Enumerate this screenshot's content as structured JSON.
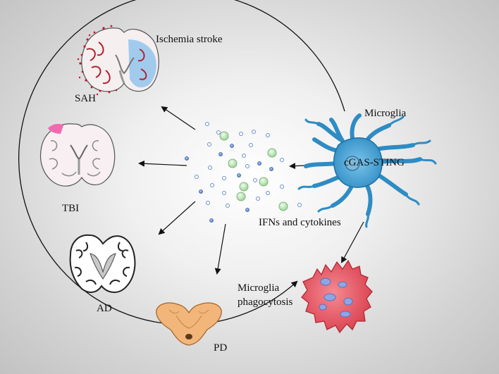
{
  "labels": {
    "ischemia_stroke": "Ischemia stroke",
    "sah": "SAH",
    "tbi": "TBI",
    "ad": "AD",
    "pd": "PD",
    "microglia": "Microglia",
    "cgas_sting": "cGAS-STING",
    "ifns_cytokines": "IFNs and cytokines",
    "microglia_phagocytosis_line1": "Microglia",
    "microglia_phagocytosis_line2": "phagocytosis"
  },
  "colors": {
    "microglia_blue": "#3f9ed0",
    "phagocyte_red": "#e85a64",
    "vesicle_green": "#b6e0b3",
    "vesicle_blue": "#6a8fc8",
    "pd_orange": "#f3b67a",
    "tbi_lesion": "#f06ab0",
    "sah_blood": "#c8102e"
  },
  "icons": [
    "brain-sah-ischemia-icon",
    "brain-tbi-icon",
    "brain-ad-icon",
    "brainstem-pd-icon",
    "microglia-cell-icon",
    "phagocyte-cell-icon"
  ]
}
